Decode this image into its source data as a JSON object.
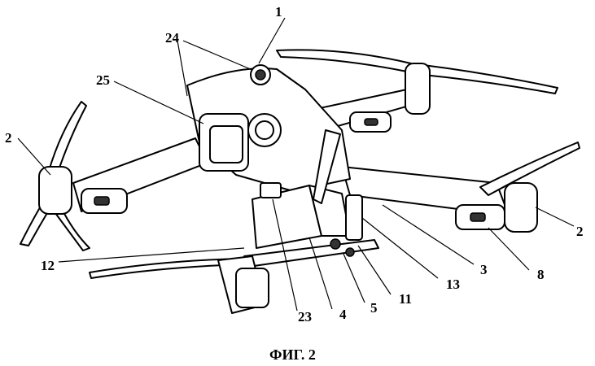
{
  "figure": {
    "caption": "ФИГ. 2",
    "labels": {
      "l1": "1",
      "l24": "24",
      "l25": "25",
      "l2a": "2",
      "l2b": "2",
      "l12": "12",
      "l23": "23",
      "l4": "4",
      "l5": "5",
      "l11": "11",
      "l13": "13",
      "l3": "3",
      "l8": "8"
    }
  }
}
